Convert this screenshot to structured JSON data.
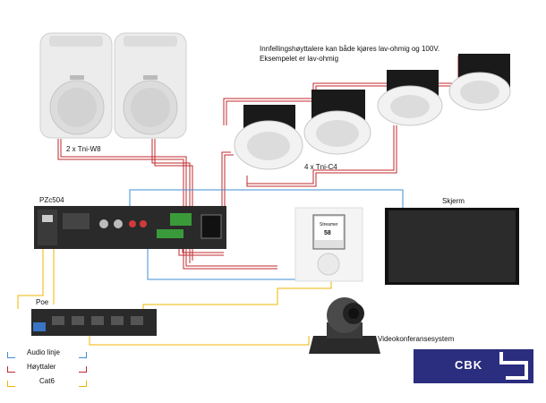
{
  "labels": {
    "speakers_wall": "2 x Tni-W8",
    "speakers_ceiling": "4 x Tni-C4",
    "amplifier": "PZc504",
    "screen": "Skjerm",
    "poe": "Poe",
    "video": "Videokonferansesystem",
    "panel_line1": "Streamer",
    "panel_line2": "58"
  },
  "note": {
    "line1": "Innfellingshøyttalere kan både kjøres lav-ohmig og 100V.",
    "line2": "Eksempelet er lav-ohmig"
  },
  "legend": [
    {
      "label": "Audio linje",
      "color": "#3f8fd4"
    },
    {
      "label": "Høyttaler",
      "color": "#c0282d"
    },
    {
      "label": "Cat6",
      "color": "#f0b400"
    }
  ],
  "logo": {
    "text": "CBK"
  }
}
